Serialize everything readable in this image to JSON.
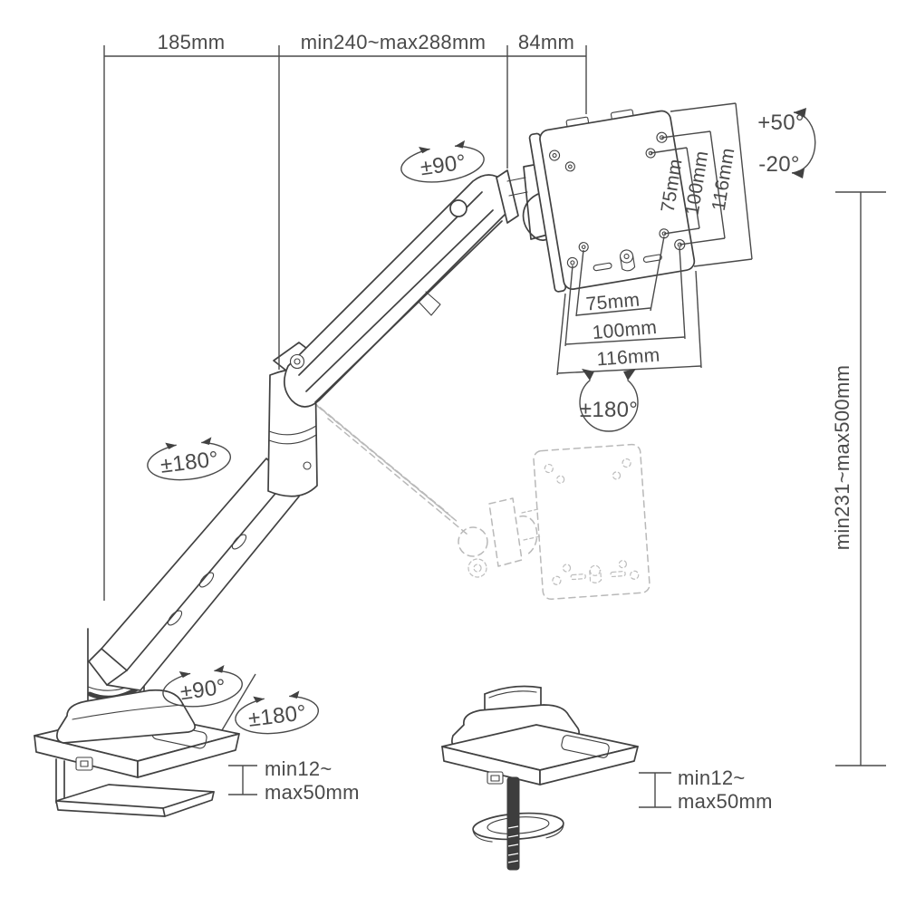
{
  "meta": {
    "title": "Desk mount monitor arm dimension diagram",
    "drawing_style": "technical line drawing",
    "colors": {
      "line": "#414141",
      "ghost": "#b9b9b9",
      "text": "#4a4a4a",
      "bolt_fill": "#3d3d3d",
      "background": "#ffffff"
    }
  },
  "dimensions": {
    "top_left": "185mm",
    "top_middle": "min240~max288mm",
    "top_right": "84mm",
    "height_range": "min231~max500mm",
    "vesa_side": [
      "75mm",
      "100mm",
      "116mm"
    ],
    "vesa_bottom": [
      "75mm",
      "100mm",
      "116mm"
    ],
    "clamp_left": {
      "line1": "min12~",
      "line2": "max50mm"
    },
    "grommet_right": {
      "line1": "min12~",
      "line2": "max50mm"
    }
  },
  "angles": {
    "tilt_up": "+50°",
    "tilt_down": "-20°",
    "head_swivel": "±90°",
    "arm_rotation": "±180°",
    "plate_rotation": "±180°",
    "base_swivel": "±90°",
    "base_rotation": "±180°"
  }
}
